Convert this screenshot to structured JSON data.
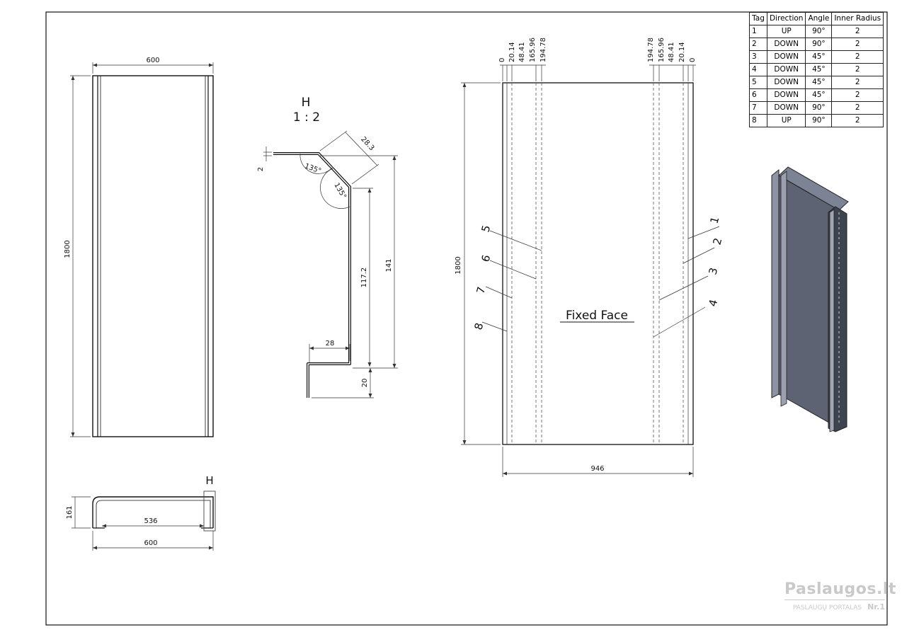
{
  "bend_table": {
    "headers": [
      "Tag",
      "Direction",
      "Angle",
      "Inner Radius"
    ],
    "rows": [
      {
        "tag": "1",
        "direction": "UP",
        "angle": "90°",
        "radius": "2"
      },
      {
        "tag": "2",
        "direction": "DOWN",
        "angle": "90°",
        "radius": "2"
      },
      {
        "tag": "3",
        "direction": "DOWN",
        "angle": "45°",
        "radius": "2"
      },
      {
        "tag": "4",
        "direction": "DOWN",
        "angle": "45°",
        "radius": "2"
      },
      {
        "tag": "5",
        "direction": "DOWN",
        "angle": "45°",
        "radius": "2"
      },
      {
        "tag": "6",
        "direction": "DOWN",
        "angle": "45°",
        "radius": "2"
      },
      {
        "tag": "7",
        "direction": "DOWN",
        "angle": "90°",
        "radius": "2"
      },
      {
        "tag": "8",
        "direction": "UP",
        "angle": "90°",
        "radius": "2"
      }
    ]
  },
  "front_view": {
    "width": "600",
    "height": "1800"
  },
  "detail_view": {
    "label": "H",
    "scale": "1 : 2",
    "thickness": "2",
    "angle_1": "135°",
    "angle_2": "135°",
    "chamfer": "28.3",
    "height_total": "141",
    "height_inner": "117.2",
    "foot_width": "28",
    "foot_height": "20"
  },
  "top_view": {
    "depth": "161",
    "inner_width": "536",
    "width": "600",
    "detail_label": "H"
  },
  "flat_pattern": {
    "height": "1800",
    "width": "946",
    "face_label": "Fixed Face",
    "left_offsets": [
      "0",
      "20.14",
      "48.41",
      "165.96",
      "194.78"
    ],
    "right_offsets": [
      "194.78",
      "165.96",
      "48.41",
      "20.14",
      "0"
    ],
    "bend_tags": [
      "1",
      "2",
      "3",
      "4",
      "5",
      "6",
      "7",
      "8"
    ]
  },
  "watermark": {
    "brand": "Paslaugos.lt",
    "tagline": "PASLAUGŲ PORTALAS",
    "nr": "Nr.1"
  }
}
